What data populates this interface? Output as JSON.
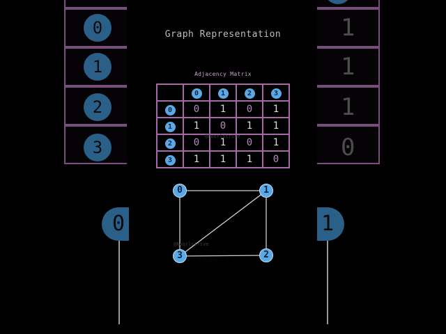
{
  "title": "Graph Representation",
  "matrix_title": "Adjacency Matrix",
  "watermark": "@hoorlstrive",
  "matrix": {
    "headers": [
      "0",
      "1",
      "2",
      "3"
    ],
    "rows": [
      {
        "label": "0",
        "values": [
          "0",
          "1",
          "0",
          "1"
        ]
      },
      {
        "label": "1",
        "values": [
          "1",
          "0",
          "1",
          "1"
        ]
      },
      {
        "label": "2",
        "values": [
          "0",
          "1",
          "0",
          "1"
        ]
      },
      {
        "label": "3",
        "values": [
          "1",
          "1",
          "1",
          "0"
        ]
      }
    ]
  },
  "graph": {
    "nodes": [
      "0",
      "1",
      "2",
      "3"
    ],
    "edges": [
      [
        "0",
        "1"
      ],
      [
        "1",
        "2"
      ],
      [
        "1",
        "3"
      ],
      [
        "0",
        "3"
      ],
      [
        "2",
        "3"
      ]
    ]
  },
  "background": {
    "left_nodes": [
      "0",
      "1",
      "2",
      "3"
    ],
    "right_digits": [
      "1",
      "1",
      "1",
      "0"
    ],
    "big_left_node": "0",
    "big_right_node": "1"
  },
  "colors": {
    "node_fill": "#5aa9e6",
    "matrix_border": "#a66aa8",
    "edge": "#d0d0d0"
  }
}
